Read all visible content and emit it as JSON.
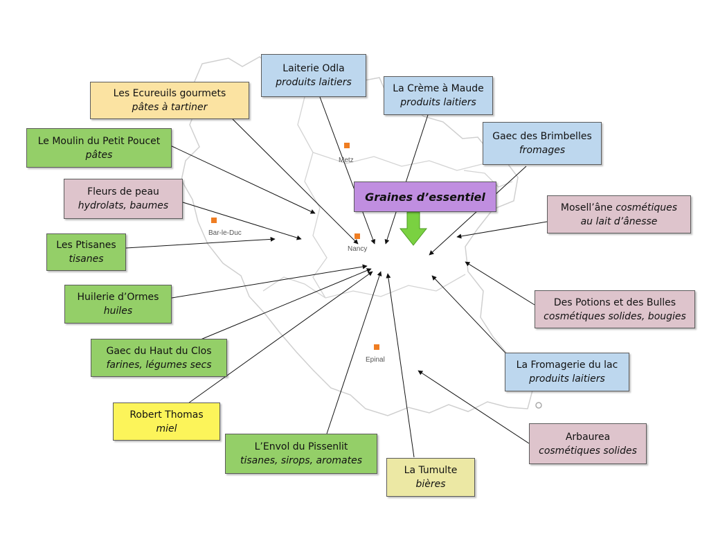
{
  "center": {
    "title": "Graines d’essentiel"
  },
  "cities": {
    "metz": "Metz",
    "nancy": "Nancy",
    "bar_le_duc": "Bar-le-Duc",
    "epinal": "Epinal"
  },
  "producers": {
    "laiterie_odla": {
      "name": "Laiterie Odla",
      "product": "produits laitiers"
    },
    "creme_a_maude": {
      "name": "La Crème à Maude",
      "product": "produits laitiers"
    },
    "ecureuils_gourmets": {
      "name": "Les Ecureuils gourmets",
      "product": "pâtes à tartiner"
    },
    "gaec_brimbelles": {
      "name": "Gaec des Brimbelles",
      "product": "fromages"
    },
    "moulin_petit_poucet": {
      "name": "Le Moulin du Petit Poucet",
      "product": "pâtes"
    },
    "fleurs_de_peau": {
      "name": "Fleurs de peau",
      "product": "hydrolats, baumes"
    },
    "mosellane": {
      "name": "Mosell’âne",
      "product": "cosmétiques au lait d’ânesse"
    },
    "ptisanes": {
      "name": "Les Ptisanes",
      "product": "tisanes"
    },
    "huilerie_ormes": {
      "name": "Huilerie d’Ormes",
      "product": "huiles"
    },
    "potions_bulles": {
      "name": "Des Potions et des Bulles",
      "product": "cosmétiques solides, bougies"
    },
    "gaec_haut_clos": {
      "name": "Gaec du Haut du Clos",
      "product": "farines, légumes secs"
    },
    "fromagerie_lac": {
      "name": "La Fromagerie du lac",
      "product": "produits laitiers"
    },
    "robert_thomas": {
      "name": "Robert Thomas",
      "product": "miel"
    },
    "arbaurea": {
      "name": "Arbaurea",
      "product": "cosmétiques solides"
    },
    "envol_pissenlit": {
      "name": "L’Envol du Pissenlit",
      "product": "tisanes, sirops, aromates"
    },
    "tumulte": {
      "name": "La Tumulte",
      "product": "bières"
    }
  },
  "colors": {
    "dairy": "#bdd7ee",
    "food": "#94cf68",
    "cosmetics": "#dec4cc",
    "spread": "#fbe3a2",
    "honey": "#fcf45a",
    "beer": "#ece8a4",
    "center": "#c08ee0",
    "down_arrow": "#7ad141",
    "city_marker": "#ef7d22"
  }
}
